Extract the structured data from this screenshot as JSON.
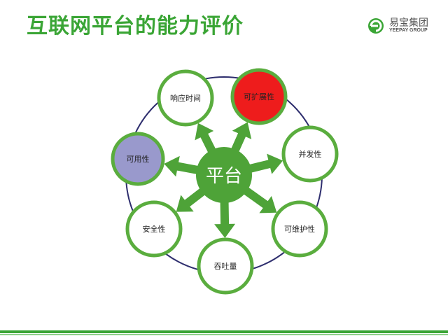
{
  "header": {
    "title": "互联网平台的能力评价"
  },
  "logo": {
    "name": "易宝集团",
    "english": "YEEPAY GROUP",
    "icon": "yeepay-logo-icon"
  },
  "diagram": {
    "center": {
      "label": "平台",
      "color": "#4ea338"
    },
    "ring_color": "#2e2e6e",
    "arrow_color": "#4ea338",
    "nodes": [
      {
        "label": "响应时间",
        "fill": "#ffffff",
        "border": "#5aad3e"
      },
      {
        "label": "可扩展性",
        "fill": "#ee1c1c",
        "border": "#5aad3e"
      },
      {
        "label": "并发性",
        "fill": "#ffffff",
        "border": "#5aad3e"
      },
      {
        "label": "可维护性",
        "fill": "#ffffff",
        "border": "#5aad3e"
      },
      {
        "label": "吞吐量",
        "fill": "#ffffff",
        "border": "#5aad3e"
      },
      {
        "label": "安全性",
        "fill": "#ffffff",
        "border": "#5aad3e"
      },
      {
        "label": "可用性",
        "fill": "#9999cc",
        "border": "#5aad3e"
      }
    ]
  },
  "colors": {
    "brand_green": "#3aa535"
  }
}
